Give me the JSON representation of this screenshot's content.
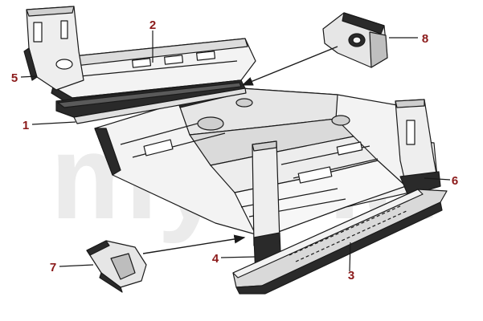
{
  "watermark": {
    "text": "myalfa",
    "color": "#ebebeb"
  },
  "colors": {
    "callout": "#8b1a1a",
    "ink": "#1a1a1a",
    "panel_light": "#f3f3f3",
    "panel_mid": "#d9d9d9",
    "panel_dark": "#2a2a2a"
  },
  "callouts": [
    {
      "id": "1",
      "label": "1"
    },
    {
      "id": "2",
      "label": "2"
    },
    {
      "id": "3",
      "label": "3"
    },
    {
      "id": "4",
      "label": "4"
    },
    {
      "id": "5",
      "label": "5"
    },
    {
      "id": "6",
      "label": "6"
    },
    {
      "id": "7",
      "label": "7"
    },
    {
      "id": "8",
      "label": "8"
    }
  ]
}
